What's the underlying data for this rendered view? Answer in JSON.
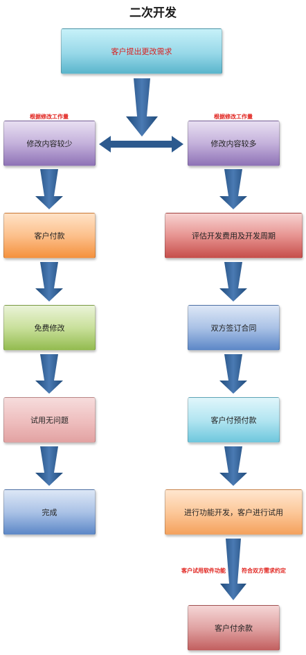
{
  "title": "二次开发",
  "top_box": "客户提出更改需求",
  "left": {
    "note": "根据修改工作量",
    "steps": [
      "修改内容较少",
      "客户付款",
      "免费修改",
      "试用无问题",
      "完成"
    ]
  },
  "right": {
    "note": "根据修改工作量",
    "steps": [
      "修改内容较多",
      "评估开发费用及开发周期",
      "双方签订合同",
      "客户付预付款",
      "进行功能开发，客户进行试用",
      "客户付余款"
    ],
    "final_notes": [
      "客户试用软件功能",
      "符合双方需求约定"
    ]
  },
  "colors": {
    "arrow": "#2d5a8e",
    "note_text": "#e0201b",
    "top_box_text": "#d81e1e"
  }
}
